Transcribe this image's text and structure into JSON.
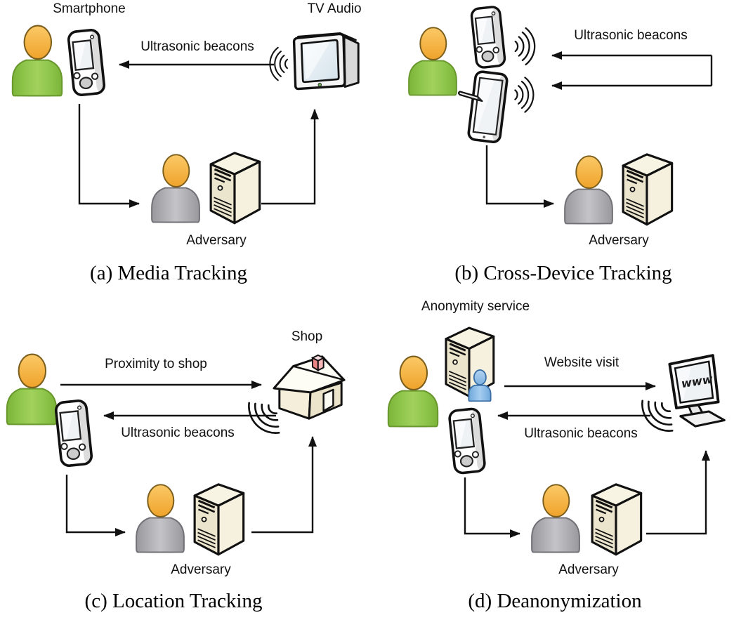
{
  "panels": {
    "a": {
      "caption": "(a) Media Tracking",
      "smartphone_label": "Smartphone",
      "tv_label": "TV Audio",
      "beacons_label": "Ultrasonic beacons",
      "adversary_label": "Adversary"
    },
    "b": {
      "caption": "(b) Cross-Device Tracking",
      "beacons_label": "Ultrasonic beacons",
      "adversary_label": "Adversary"
    },
    "c": {
      "caption": "(c) Location Tracking",
      "proximity_label": "Proximity to shop",
      "shop_label": "Shop",
      "beacons_label": "Ultrasonic beacons",
      "adversary_label": "Adversary"
    },
    "d": {
      "caption": "(d) Deanonymization",
      "service_label": "Anonymity service",
      "visit_label": "Website visit",
      "beacons_label": "Ultrasonic beacons",
      "adversary_label": "Adversary",
      "monitor_text": "www"
    }
  },
  "colors": {
    "user_body": "#8cc44a",
    "adversary_body": "#b8b8bd",
    "head": "#f2ab35",
    "server_face": "#f6f1df",
    "chimney": "#ef8989",
    "small_user_blue": "#9cc7ee",
    "outline": "#111111",
    "background": "#ffffff"
  }
}
